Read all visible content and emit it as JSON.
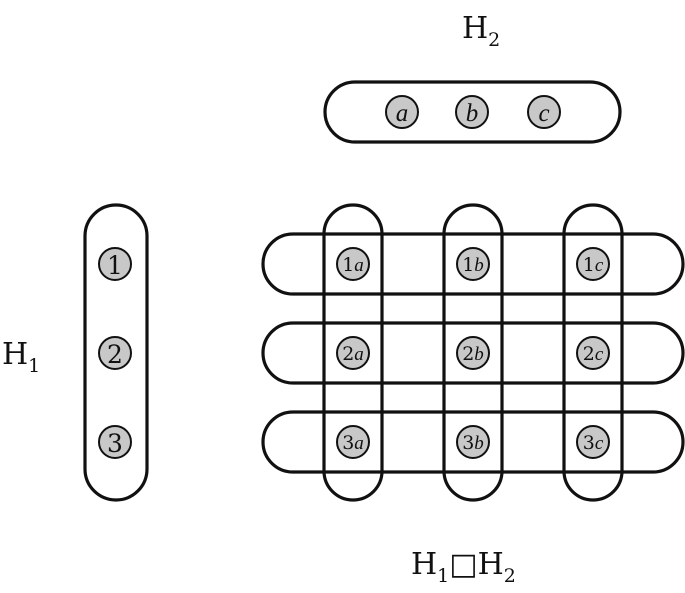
{
  "h2_graph": {
    "title_main": "H",
    "title_sub": "2",
    "nodes": [
      "a",
      "b",
      "c"
    ]
  },
  "h1_graph": {
    "title_main": "H",
    "title_sub": "1",
    "nodes": [
      "1",
      "2",
      "3"
    ]
  },
  "product_graph": {
    "title_h1": "H",
    "title_h1_sub": "1",
    "title_op": "□",
    "title_h2": "H",
    "title_h2_sub": "2",
    "nodes": [
      {
        "num": "1",
        "let": "a"
      },
      {
        "num": "1",
        "let": "b"
      },
      {
        "num": "1",
        "let": "c"
      },
      {
        "num": "2",
        "let": "a"
      },
      {
        "num": "2",
        "let": "b"
      },
      {
        "num": "2",
        "let": "c"
      },
      {
        "num": "3",
        "let": "a"
      },
      {
        "num": "3",
        "let": "b"
      },
      {
        "num": "3",
        "let": "c"
      }
    ]
  },
  "colors": {
    "node_fill": "#c8c8c8",
    "stroke": "#111111",
    "background": "#ffffff"
  }
}
